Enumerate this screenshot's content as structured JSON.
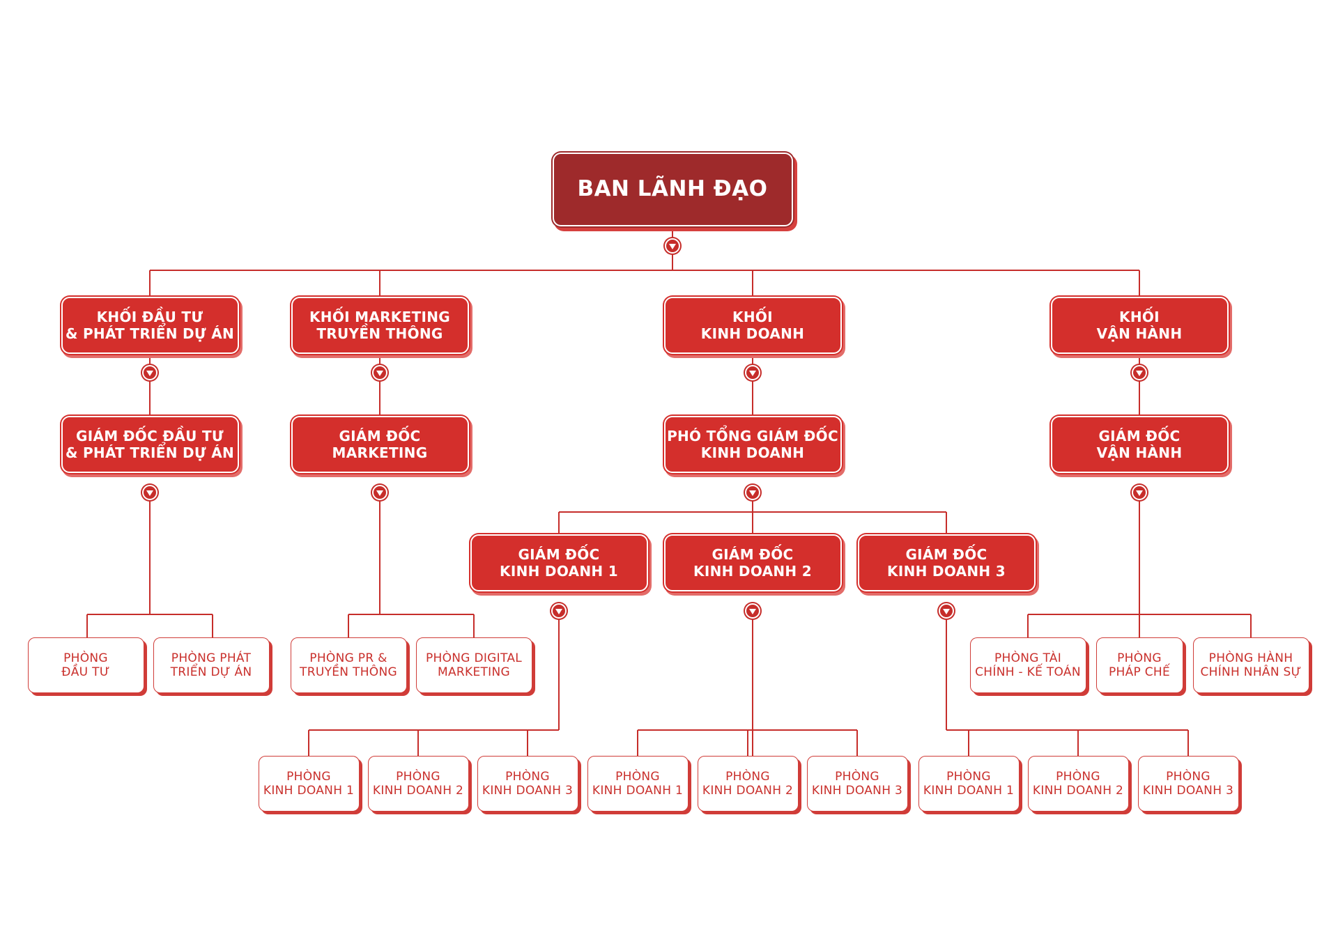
{
  "colors": {
    "top": "#9e2a2b",
    "red": "#d42f2c",
    "line": "#c62d2a",
    "text_white": "#ffffff",
    "text_red": "#c9302c"
  },
  "org": {
    "leadership": "BAN LÃNH ĐẠO",
    "divisions": {
      "investment": "KHỐI ĐẦU TƯ\n& PHÁT TRIỂN DỰ ÁN",
      "marketing": "KHỐI MARKETING\nTRUYỀN THÔNG",
      "business": "KHỐI\nKINH DOANH",
      "operations": "KHỐI\nVẬN HÀNH"
    },
    "directors": {
      "investment": "GIÁM ĐỐC ĐẦU TƯ\n& PHÁT TRIỂN DỰ ÁN",
      "marketing": "GIÁM ĐỐC\nMARKETING",
      "business": "PHÓ TỔNG GIÁM ĐỐC\nKINH DOANH",
      "operations": "GIÁM ĐỐC\nVẬN HÀNH"
    },
    "sales_directors": [
      "GIÁM ĐỐC\nKINH DOANH 1",
      "GIÁM ĐỐC\nKINH DOANH 2",
      "GIÁM ĐỐC\nKINH DOANH 3"
    ],
    "departments": {
      "investment": [
        "PHÒNG\nĐẦU TƯ",
        "PHÒNG PHÁT\nTRIỂN DỰ ÁN"
      ],
      "marketing": [
        "PHÒNG PR &\nTRUYỀN THÔNG",
        "PHÒNG DIGITAL\nMARKETING"
      ],
      "operations": [
        "PHÒNG TÀI\nCHÍNH - KẾ TOÁN",
        "PHÒNG\nPHÁP CHẾ",
        "PHÒNG HÀNH\nCHÍNH NHÂN SỰ"
      ]
    },
    "sales_departments": [
      [
        "PHÒNG\nKINH DOANH 1",
        "PHÒNG\nKINH DOANH 2",
        "PHÒNG\nKINH DOANH 3"
      ],
      [
        "PHÒNG\nKINH DOANH 1",
        "PHÒNG\nKINH DOANH 2",
        "PHÒNG\nKINH DOANH 3"
      ],
      [
        "PHÒNG\nKINH DOANH 1",
        "PHÒNG\nKINH DOANH 2",
        "PHÒNG\nKINH DOANH 3"
      ]
    ]
  }
}
